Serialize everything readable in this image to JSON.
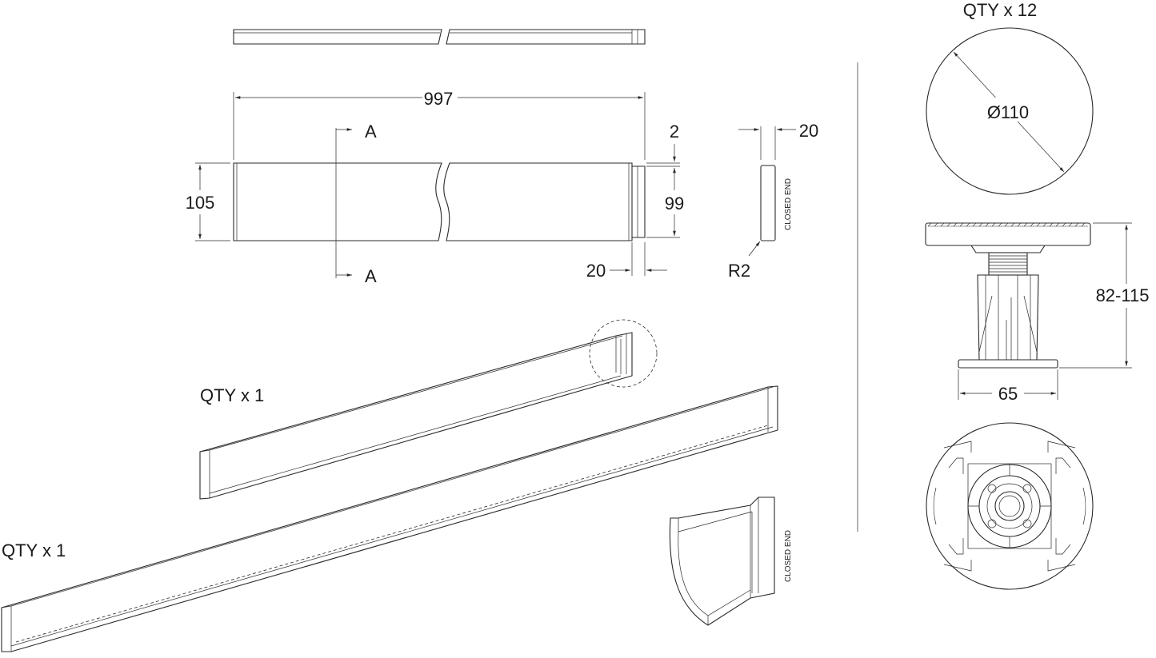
{
  "channel_drawing": {
    "length_label": "997",
    "height_label": "105",
    "inner_height_label": "99",
    "lip_label": "2",
    "end_length_label": "20",
    "section_marker_top": "A",
    "section_marker_bottom": "A"
  },
  "end_cap_section": {
    "thickness_label": "20",
    "radius_label": "R2",
    "closed_end_label": "CLOSED END"
  },
  "quantities": {
    "short_channel": "QTY x 1",
    "long_channel": "QTY x 1",
    "feet": "QTY x 12"
  },
  "detail_view": {
    "closed_end_label": "CLOSED END"
  },
  "adjustable_foot": {
    "diameter_label": "Ø110",
    "height_range_label": "82-115",
    "base_width_label": "65"
  }
}
